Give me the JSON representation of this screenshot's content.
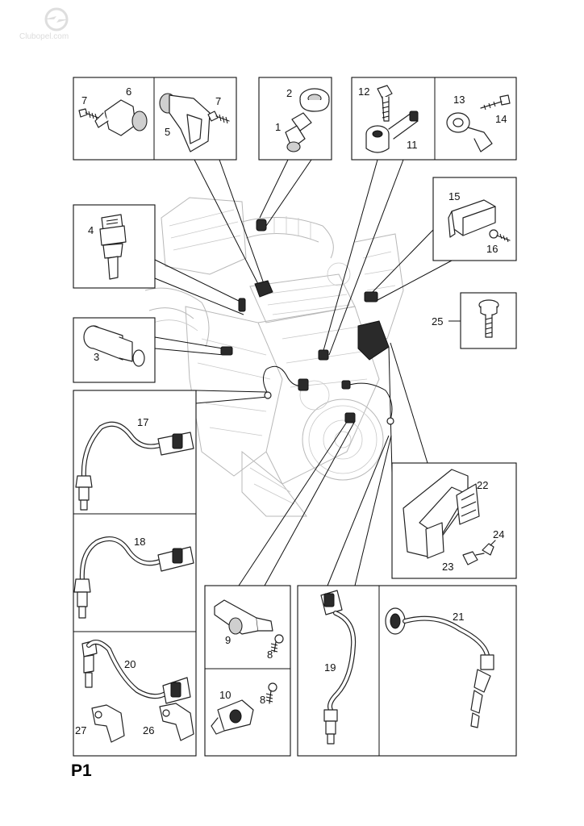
{
  "watermark": "Clubopel.com",
  "page_label": "P1",
  "callouts": [
    "1",
    "2",
    "3",
    "4",
    "5",
    "6",
    "7",
    "7",
    "8",
    "8",
    "9",
    "10",
    "11",
    "12",
    "13",
    "14",
    "15",
    "16",
    "17",
    "18",
    "19",
    "20",
    "21",
    "22",
    "23",
    "24",
    "25",
    "26",
    "27"
  ]
}
